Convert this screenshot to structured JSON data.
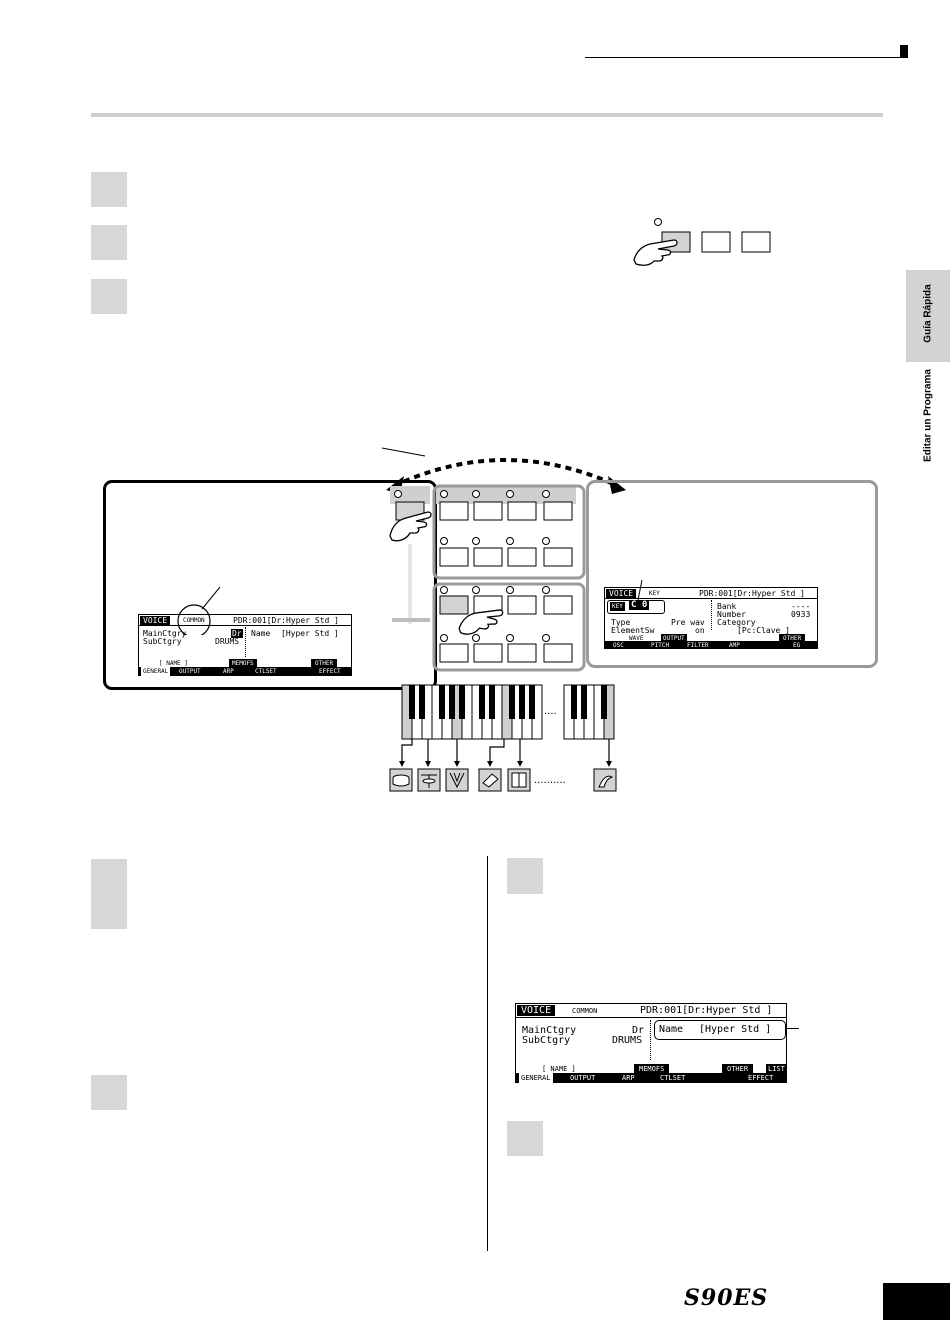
{
  "sidebar": {
    "tab_active": "Guía Rápida",
    "tab_section": "Editar un Programa"
  },
  "lcd_common": {
    "mode": "VOICE",
    "page": "COMMON",
    "program": "PDR:001[Dr:Hyper Std ]",
    "main_label": "MainCtgry",
    "main_value": "Dr",
    "sub_label": "SubCtgry",
    "sub_value": "DRUMS",
    "name_label": "Name",
    "name_value": "[Hyper Std ]",
    "soft_name": "[ NAME ]",
    "soft_memo": "MEMOFS",
    "soft_other": "OTHER",
    "soft_list": "LIST",
    "tab_general": "GENERAL",
    "tab_output": "OUTPUT",
    "tab_arp": "ARP",
    "tab_ctlset": "CTLSET",
    "tab_effect": "EFFECT"
  },
  "lcd_key": {
    "mode": "VOICE",
    "page": "KEY",
    "program": "PDR:001[Dr:Hyper Std ]",
    "key_label": "KEY",
    "key_value": "C 0",
    "type_label": "Type",
    "type_value": "Pre wav",
    "elem_label": "ElementSw",
    "elem_value": "on",
    "bank_label": "Bank",
    "bank_value": "----",
    "number_label": "Number",
    "number_value": "0933",
    "category_label": "Category",
    "category_value": "[Pc:Clave   ]",
    "soft_wave": "WAVE",
    "soft_output": "OUTPUT",
    "soft_other": "OTHER",
    "tab_osc": "OSC",
    "tab_pitch": "PITCH",
    "tab_filter": "FILTER",
    "tab_amp": "AMP",
    "tab_eg": "EG"
  },
  "logo": "S90ES"
}
